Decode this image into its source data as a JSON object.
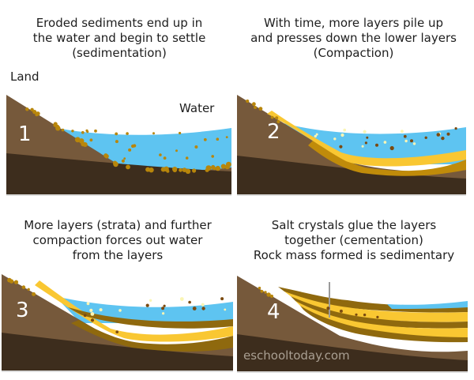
{
  "colors": {
    "text": "#1e1e1e",
    "land": "#76593B",
    "dark": "#3D2D1D",
    "water": "#5EC4F1",
    "yellow": "#F9C732",
    "ochre": "#C08B0A",
    "dgold": "#8F690E",
    "sed": "#B8860B",
    "bdot": "#7B4A10",
    "pdot": "#FAF5B4",
    "watermark": "#A99F92",
    "ruler": "#9A9A9A",
    "edge": "#DCDCDC"
  },
  "watermark": "eschooltoday.com",
  "panels": [
    {
      "number": "1",
      "caption_lines": [
        "Eroded sediments end up in",
        "the water and begin to settle",
        "(sedimentation)"
      ],
      "labels": {
        "land": "Land",
        "water": "Water"
      }
    },
    {
      "number": "2",
      "caption_lines": [
        "With time, more layers pile up",
        "and presses down the lower layers",
        "(Compaction)"
      ]
    },
    {
      "number": "3",
      "caption_lines": [
        "More layers (strata) and further",
        "compaction forces out water",
        "from the layers"
      ]
    },
    {
      "number": "4",
      "caption_lines": [
        "Salt crystals glue the layers",
        "together (cementation)",
        "Rock mass formed is sedimentary"
      ]
    }
  ]
}
